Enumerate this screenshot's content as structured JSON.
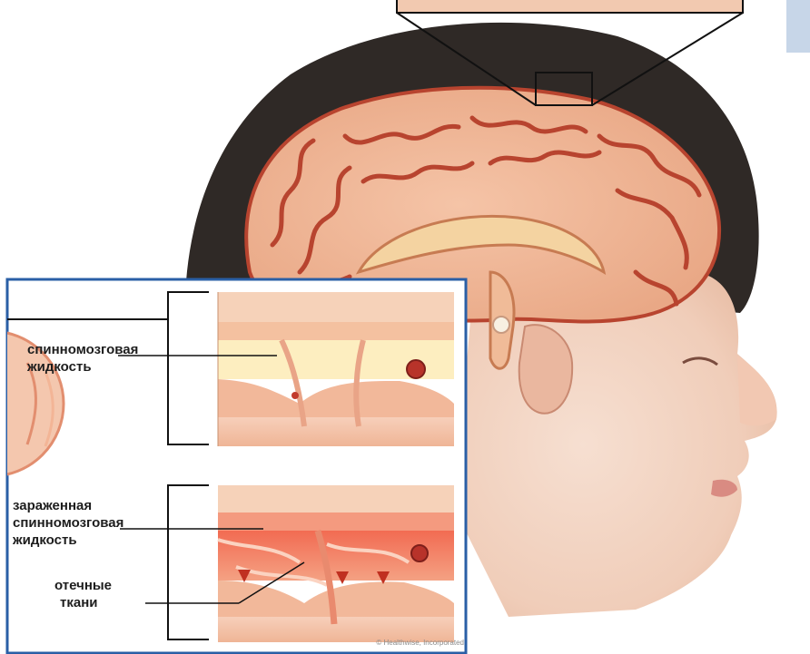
{
  "figure": {
    "csf_label_lines": [
      "спинномозговая",
      "жидкость"
    ],
    "infected_csf_label_lines": [
      "зараженная",
      "спинномозговая",
      "жидкость"
    ],
    "swollen_tissue_label_lines": [
      "отечные",
      "ткани"
    ],
    "copyright": "© Healthwise, Incorporated"
  },
  "colors": {
    "brain_tissue": "#f0b393",
    "brain_sulci": "#b8442f",
    "skin": "#f3d6c7",
    "hair": "#2f2926",
    "inset_border": "#2a5fa6",
    "infection": "#e85a45",
    "csf_fluid": "#fbe9ae"
  }
}
